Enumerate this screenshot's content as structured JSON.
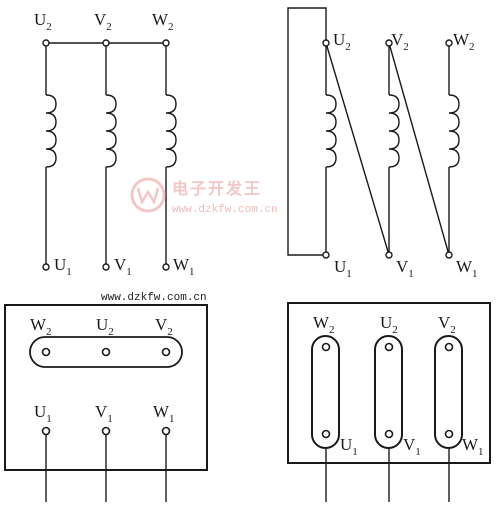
{
  "terminals": {
    "U": "U",
    "V": "V",
    "W": "W",
    "sub_one": "1",
    "sub_two": "2"
  },
  "watermark": {
    "chinese": "电子开发王",
    "url": "www.dzkfw.com.cn"
  },
  "site_text": "www.dzkfw.com.cn",
  "colors": {
    "line": "#1a1a1a",
    "watermark": "#f3c7c7",
    "background": "#ffffff"
  }
}
